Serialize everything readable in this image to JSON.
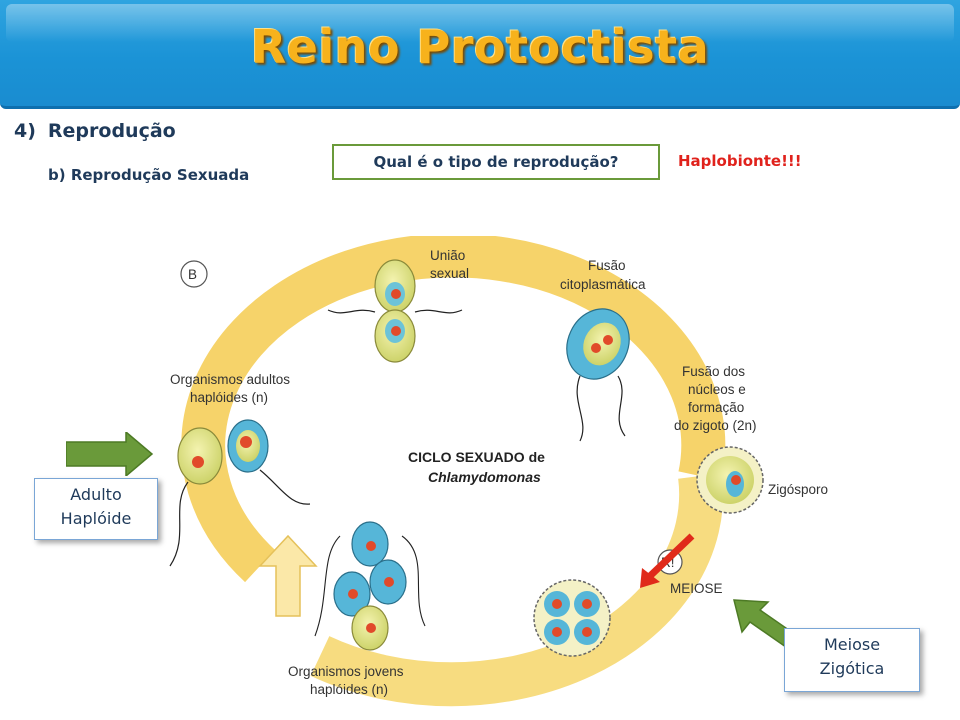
{
  "header": {
    "title": "Reino Protoctista"
  },
  "section": {
    "number": "4)",
    "title": "Reprodução"
  },
  "subsection": {
    "title": "b) Reprodução Sexuada"
  },
  "question": {
    "text": "Qual é o tipo de reprodução?"
  },
  "answer": {
    "text": "Haplobionte!!!"
  },
  "diagram": {
    "panel_letter": "B",
    "center_title": "CICLO SEXUADO de",
    "center_species": "Chlamydomonas",
    "labels": {
      "uniao_1": "União",
      "uniao_2": "sexual",
      "fusao_cit_1": "Fusão",
      "fusao_cit_2": "citoplasmática",
      "fusao_nuc_1": "Fusão dos",
      "fusao_nuc_2": "núcleos e",
      "fusao_nuc_3": "formação",
      "fusao_nuc_4": "do zigoto (2n)",
      "zigosporo": "Zigósporo",
      "r_mark": "R!",
      "meiose": "MEIOSE",
      "jovens_1": "Organismos jovens",
      "jovens_2": "haplóides (n)",
      "adultos_1": "Organismos adultos",
      "adultos_2": "haplóides (n)"
    }
  },
  "callouts": {
    "adulto": {
      "line1": "Adulto",
      "line2": "Haplóide"
    },
    "meiose": {
      "line1": "Meiose",
      "line2": "Zigótica"
    }
  },
  "colors": {
    "title": "#f7b21c",
    "banner": "#1b93d6",
    "answer": "#e0221c",
    "ring": "#f6d36a",
    "arrow_green": "#6a9a3a"
  }
}
